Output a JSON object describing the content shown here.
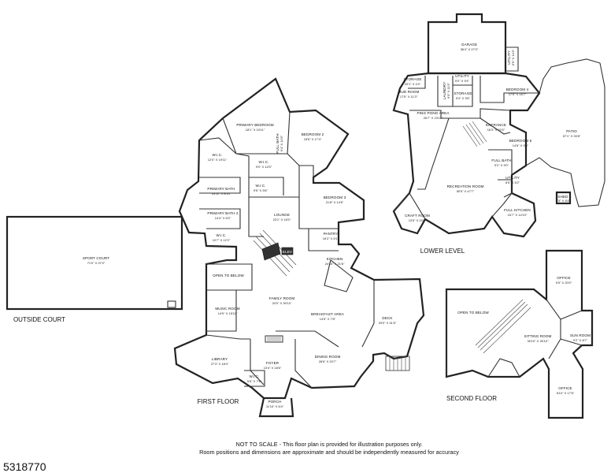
{
  "floor_labels": {
    "outside_court": "OUTSIDE COURT",
    "first_floor": "FIRST FLOOR",
    "lower_level": "LOWER LEVEL",
    "second_floor": "SECOND FLOOR"
  },
  "disclaimer": {
    "line1": "NOT TO SCALE - This floor plan is provided for illustration purposes only.",
    "line2": "Room positions and dimensions are approximate and should be independently measured for accuracy"
  },
  "listing_id": "5318770",
  "rooms": {
    "sport_court": {
      "name": "SPORT COURT",
      "dim": "71'0\" X 37'0\""
    },
    "primary_bedroom": {
      "name": "PRIMARY BEDROOM",
      "dim": "18'1\" X 24'11\""
    },
    "bedroom2": {
      "name": "BEDROOM 2",
      "dim": "15'6\" X 17'4\""
    },
    "wic1": {
      "name": "W.I.C.",
      "dim": "12'0\" X 19'11\""
    },
    "full_bath": {
      "name": "FULL BATH",
      "dim": "9'4\" X 10'6\""
    },
    "wic2": {
      "name": "W.I.C.",
      "dim": "9'0\" X 14'5\""
    },
    "wic3": {
      "name": "W.I.C.",
      "dim": "9'5\" X 5'6\""
    },
    "primary_bath": {
      "name": "PRIMARY BATH",
      "dim": "14'11\" X 8'10\""
    },
    "primary_bath2": {
      "name": "PRIMARY BATH 2",
      "dim": "14'4\" X 6'0\""
    },
    "bedroom3": {
      "name": "BEDROOM 3",
      "dim": "21'8\" X 14'6\""
    },
    "lounge": {
      "name": "LOUNGE",
      "dim": "23'1\" X 16'0\""
    },
    "wic4": {
      "name": "W.I.C.",
      "dim": "10'7\" X 12'2\""
    },
    "pantry": {
      "name": "PANTRY",
      "dim": "16'2\" X 8'1\""
    },
    "elev": {
      "name": "ELEV"
    },
    "kitchen": {
      "name": "KITCHEN",
      "dim": "24'10\" X 21'6\""
    },
    "open_below1": {
      "name": "OPEN TO BELOW"
    },
    "family_room": {
      "name": "FAMILY ROOM",
      "dim": "20'0\" X 39'10\""
    },
    "music_room": {
      "name": "MUSIC ROOM",
      "dim": "14'9\" X 15'11\""
    },
    "breakfast": {
      "name": "BREAKFAST AREA",
      "dim": "14'5\" X 7'8\""
    },
    "deck": {
      "name": "DECK",
      "dim": "29'0\" X 31'5\""
    },
    "library": {
      "name": "LIBRARY",
      "dim": "27'3\" X 18'4\""
    },
    "foyer": {
      "name": "FOYER",
      "dim": "13'4\" X 18'6\""
    },
    "dining": {
      "name": "DINING ROOM",
      "dim": "28'6\" X 20'7\""
    },
    "wic5": {
      "name": "W.I.C.",
      "dim": "5'6\" X 7'4\""
    },
    "porch": {
      "name": "PORCH",
      "dim": "11'10\" X 6'4\""
    },
    "garage": {
      "name": "GARAGE",
      "dim": "36'4\" X 27'0\""
    },
    "storage1": {
      "name": "STORAGE",
      "dim": "20'1\" X 4'4\""
    },
    "utility1": {
      "name": "UTILITY",
      "dim": "9'0\" X 9'4\""
    },
    "storage2": {
      "name": "STORAGE",
      "dim": "9'4\" X 9'6\""
    },
    "mudroom": {
      "name": "MUD ROOM",
      "dim": "17'5\" X 11'3\""
    },
    "utility_side": {
      "name": "UTILITY",
      "dim": "6'9\" X 14'4\""
    },
    "laundry": {
      "name": "LAUNDRY",
      "dim": "9'0\" X 11'5\""
    },
    "bedroom4": {
      "name": "BEDROOM 4",
      "dim": "17'5\" X 16'7\""
    },
    "ping_pong": {
      "name": "PING PONG AREA",
      "dim": "26'7\" X 23'11\""
    },
    "entrance": {
      "name": "ENTRANCE",
      "dim": "16'3\" X 20'0\""
    },
    "patio": {
      "name": "PATIO",
      "dim": "57'1\" X 39'8\""
    },
    "bedroom5": {
      "name": "BEDROOM 5",
      "dim": "14'6\" X 9'6\""
    },
    "recreation": {
      "name": "RECREATION ROOM",
      "dim": "50'5\" X 47'7\""
    },
    "full_bath_lower": {
      "name": "FULL BATH",
      "dim": "9'2\" X 9'0\""
    },
    "craft_room": {
      "name": "CRAFT ROOM",
      "dim": "13'5\" X 20'0\""
    },
    "utility2": {
      "name": "UTILITY",
      "dim": "6'5\" X 5'2\""
    },
    "full_kitchen": {
      "name": "FULL KITCHEN",
      "dim": "16'7\" X 14'10\""
    },
    "shed": {
      "name": "SHED",
      "dim": "5'5\" X 8'4\""
    },
    "office1": {
      "name": "OFFICE",
      "dim": "9'5\" X 20'0\""
    },
    "open_below2": {
      "name": "OPEN TO BELOW"
    },
    "sitting": {
      "name": "SITTING ROOM",
      "dim": "30'10\" X 26'10\""
    },
    "sun_room": {
      "name": "SUN ROOM",
      "dim": "9'2\" X 8'7\""
    },
    "office2": {
      "name": "OFFICE",
      "dim": "8'10\" X 17'6\""
    }
  }
}
